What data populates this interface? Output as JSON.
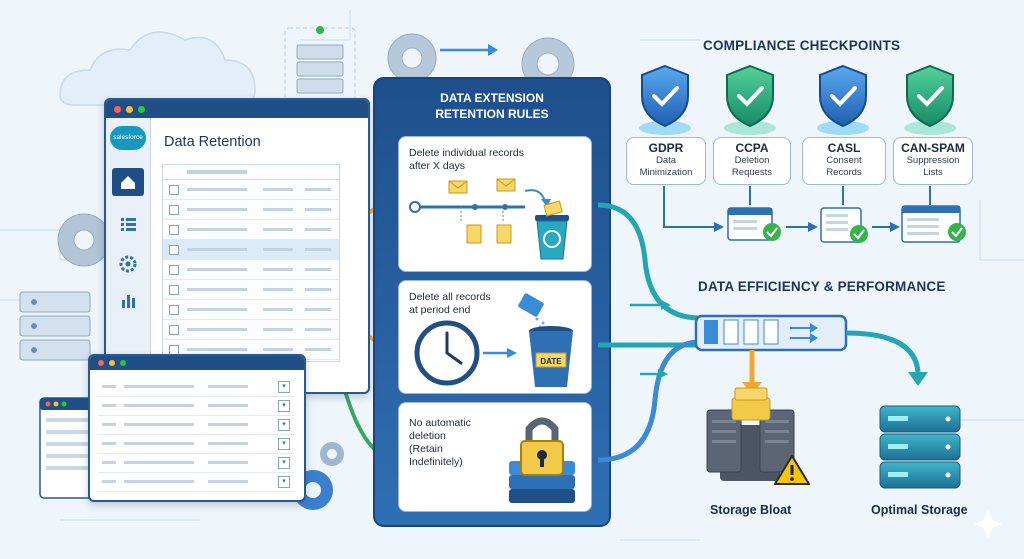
{
  "colors": {
    "navy": "#1f4f86",
    "accent_blue": "#3a8bd6",
    "teal": "#22a6b3",
    "green_check": "#37b24d",
    "orange_arrow": "#f0a830",
    "warning": "#f7c600"
  },
  "dashboard": {
    "brand": "salesforce",
    "title": "Data Retention",
    "nav_icons": [
      "home-icon",
      "list-icon",
      "gear-icon",
      "bar-chart-icon"
    ]
  },
  "rules_panel": {
    "title": "DATA EXTENSION\nRETENTION RULES",
    "rules": [
      {
        "text": "Delete individual records\nafter X days",
        "icon": "timeline-to-recycle-bin-icon"
      },
      {
        "text": "Delete all records\nat period end",
        "icon": "clock-and-date-bucket-icon"
      },
      {
        "text": "No automatic\ndeletion\n(Retain\nIndefinitely)",
        "icon": "padlock-on-database-icon"
      }
    ]
  },
  "compliance": {
    "heading": "COMPLIANCE CHECKPOINTS",
    "items": [
      {
        "code": "GDPR",
        "desc": "Data\nMinimization"
      },
      {
        "code": "CCPA",
        "desc": "Deletion\nRequests"
      },
      {
        "code": "CASL",
        "desc": "Consent\nRecords"
      },
      {
        "code": "CAN-SPAM",
        "desc": "Suppression\nLists"
      }
    ]
  },
  "efficiency": {
    "heading": "DATA EFFICIENCY & PERFORMANCE",
    "bloat_label": "Storage Bloat",
    "optimal_label": "Optimal Storage"
  }
}
